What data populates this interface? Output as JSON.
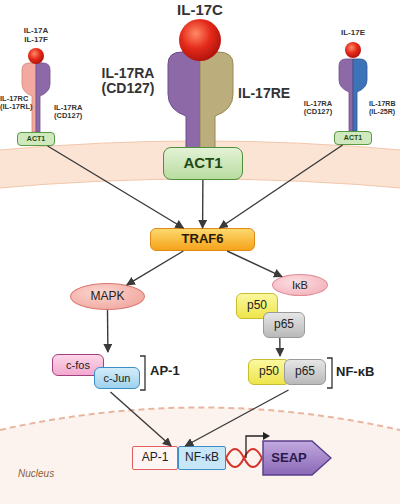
{
  "diagram": {
    "nodes": [
      {
        "text": [
          "ACT1"
        ]
      },
      {
        "text": [
          "ACT1"
        ]
      },
      {
        "text": [
          "ACT1"
        ]
      },
      {
        "text": [
          "TRAF6"
        ]
      },
      {
        "text": [
          "MAPK"
        ]
      },
      {
        "text": [
          "IκB"
        ]
      },
      {
        "text": [
          "p50"
        ]
      },
      {
        "text": [
          "p65"
        ]
      },
      {
        "text": [
          "AP-1"
        ]
      },
      {
        "text": [
          "c-fos"
        ],
        "in": 8
      },
      {
        "text": [
          "c-Jun"
        ],
        "in": 8
      },
      {
        "text": [
          "NF-κB"
        ]
      },
      {
        "text": [
          "p50"
        ],
        "in": 11
      },
      {
        "text": [
          "p65"
        ],
        "in": 11
      },
      {
        "text": [
          "AP-1"
        ]
      },
      {
        "text": [
          "NF-κB"
        ]
      },
      {
        "text": [
          "SEAP"
        ]
      }
    ],
    "edges": [
      {
        "from": 0,
        "to": 3,
        "arrow": "to"
      },
      {
        "from": 1,
        "to": 3,
        "arrow": "to"
      },
      {
        "from": 2,
        "to": 3,
        "arrow": "to"
      },
      {
        "from": 3,
        "to": 4,
        "arrow": "to"
      },
      {
        "from": 3,
        "to": 5,
        "arrow": "to"
      },
      {
        "from": 4,
        "to": 8,
        "arrow": "to"
      },
      {
        "from": 7,
        "to": 11,
        "arrow": "to"
      },
      {
        "from": 8,
        "to": 14,
        "arrow": "to"
      },
      {
        "from": 11,
        "to": 15,
        "arrow": "to"
      }
    ],
    "labels": [
      "IL-17A IL-17F",
      "IL-17RC (IL-17RL)",
      "IL-17RA (CD127)",
      "IL-17C",
      "IL-17RA (CD127)",
      "IL-17RE",
      "IL-17E",
      "IL-17RA (CD127)",
      "IL-17RB (IL-25R)",
      "Nucleus"
    ]
  }
}
